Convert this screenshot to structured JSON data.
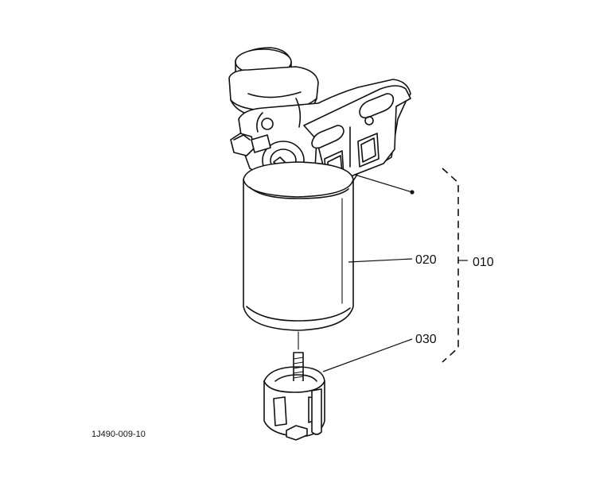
{
  "callouts": {
    "assembly": "010",
    "cartridge": "020",
    "sensor": "030"
  },
  "drawing_code": "1J490-009-10"
}
